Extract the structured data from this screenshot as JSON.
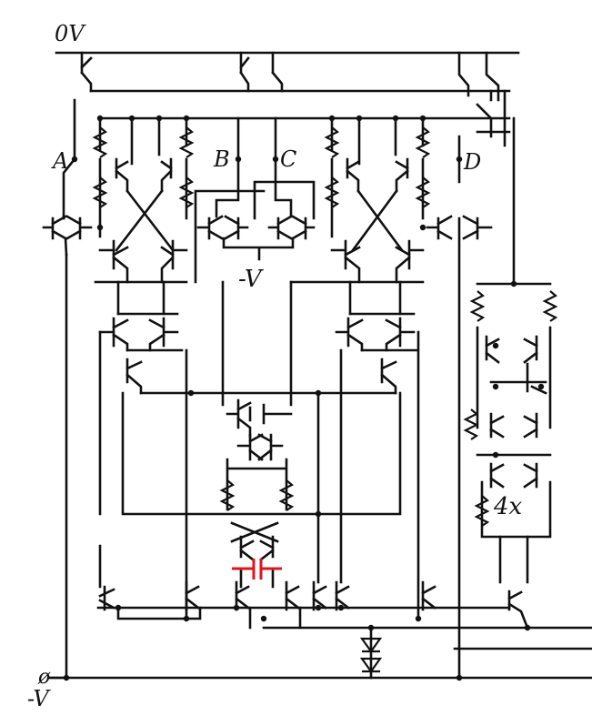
{
  "labels": {
    "zero_volt": "0V",
    "node_a": "A",
    "node_b": "B",
    "node_c": "C",
    "node_d": "D",
    "neg_v_center": "-V",
    "multiplier": "4x",
    "phi": "ø",
    "neg_v_bottom": "-V"
  },
  "colors": {
    "wire": "#111111",
    "highlighted_capacitor": "#e0141c",
    "background": "#ffffff"
  }
}
